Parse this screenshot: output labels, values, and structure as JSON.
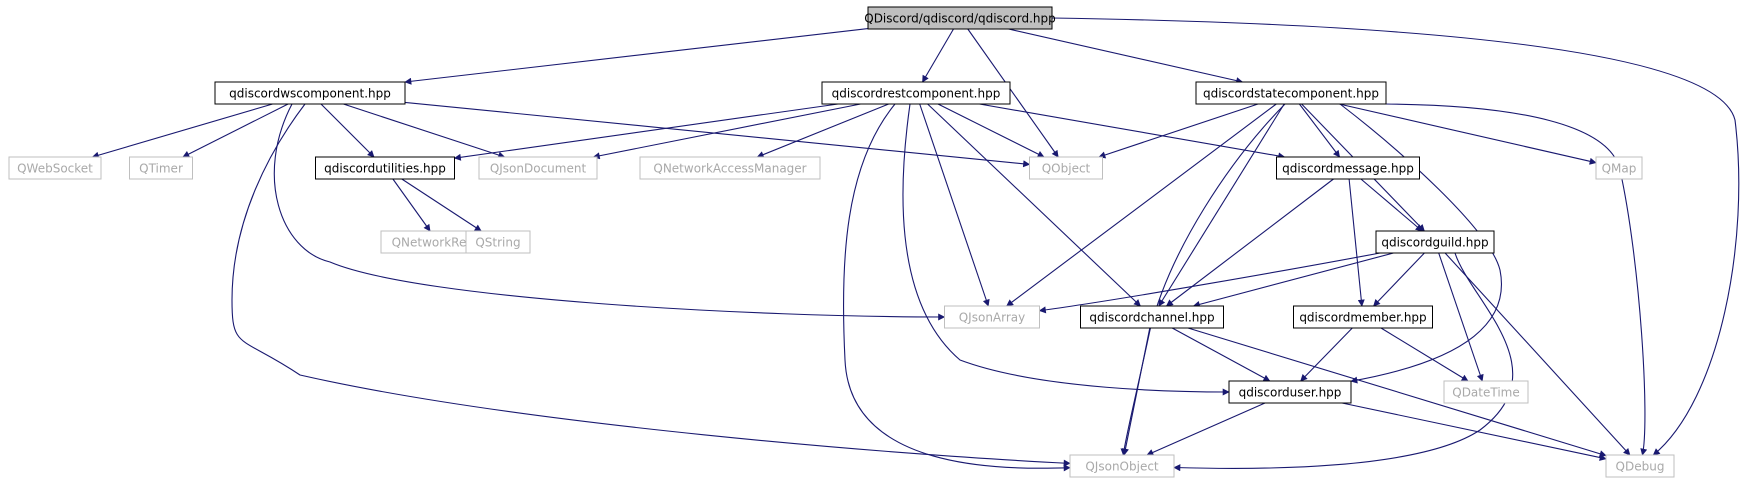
{
  "colors": {
    "edge": "#191970",
    "root_fill": "#bfbfbf",
    "header_border": "#000000",
    "external_border": "#bfbfbf",
    "external_text": "#a9a9a9",
    "text": "#000000"
  },
  "nodes": {
    "qdiscord": {
      "label": "QDiscord/qdiscord/qdiscord.hpp",
      "kind": "root"
    },
    "ws": {
      "label": "qdiscordwscomponent.hpp",
      "kind": "header"
    },
    "rest": {
      "label": "qdiscordrestcomponent.hpp",
      "kind": "header"
    },
    "state": {
      "label": "qdiscordstatecomponent.hpp",
      "kind": "header"
    },
    "utilities": {
      "label": "qdiscordutilities.hpp",
      "kind": "header"
    },
    "message": {
      "label": "qdiscordmessage.hpp",
      "kind": "header"
    },
    "guild": {
      "label": "qdiscordguild.hpp",
      "kind": "header"
    },
    "channel": {
      "label": "qdiscordchannel.hpp",
      "kind": "header"
    },
    "member": {
      "label": "qdiscordmember.hpp",
      "kind": "header"
    },
    "user": {
      "label": "qdiscorduser.hpp",
      "kind": "header"
    },
    "qwebsocket": {
      "label": "QWebSocket",
      "kind": "external"
    },
    "qtimer": {
      "label": "QTimer",
      "kind": "external"
    },
    "qjsondocument": {
      "label": "QJsonDocument",
      "kind": "external"
    },
    "qnam": {
      "label": "QNetworkAccessManager",
      "kind": "external"
    },
    "qobject": {
      "label": "QObject",
      "kind": "external"
    },
    "qmap": {
      "label": "QMap",
      "kind": "external"
    },
    "qnetworkreply": {
      "label": "QNetworkReply",
      "kind": "external"
    },
    "qstring": {
      "label": "QString",
      "kind": "external"
    },
    "qjsonarray": {
      "label": "QJsonArray",
      "kind": "external"
    },
    "qdatetime": {
      "label": "QDateTime",
      "kind": "external"
    },
    "qjsonobject": {
      "label": "QJsonObject",
      "kind": "external"
    },
    "qdebug": {
      "label": "QDebug",
      "kind": "external"
    }
  },
  "edges": [
    [
      "qdiscord",
      "ws"
    ],
    [
      "qdiscord",
      "rest"
    ],
    [
      "qdiscord",
      "state"
    ],
    [
      "qdiscord",
      "qobject"
    ],
    [
      "qdiscord",
      "qdebug"
    ],
    [
      "ws",
      "qwebsocket"
    ],
    [
      "ws",
      "qtimer"
    ],
    [
      "ws",
      "utilities"
    ],
    [
      "ws",
      "qjsondocument"
    ],
    [
      "ws",
      "qobject"
    ],
    [
      "ws",
      "qjsonarray"
    ],
    [
      "ws",
      "qjsonobject"
    ],
    [
      "utilities",
      "qnetworkreply"
    ],
    [
      "utilities",
      "qstring"
    ],
    [
      "rest",
      "utilities"
    ],
    [
      "rest",
      "qjsondocument"
    ],
    [
      "rest",
      "qnam"
    ],
    [
      "rest",
      "qobject"
    ],
    [
      "rest",
      "qjsonarray"
    ],
    [
      "rest",
      "qjsonobject"
    ],
    [
      "rest",
      "message"
    ],
    [
      "rest",
      "channel"
    ],
    [
      "rest",
      "user"
    ],
    [
      "state",
      "qobject"
    ],
    [
      "state",
      "message"
    ],
    [
      "state",
      "qmap"
    ],
    [
      "state",
      "qdebug"
    ],
    [
      "state",
      "qjsonarray"
    ],
    [
      "state",
      "qjsonobject"
    ],
    [
      "state",
      "channel"
    ],
    [
      "state",
      "guild"
    ],
    [
      "state",
      "user"
    ],
    [
      "message",
      "guild"
    ],
    [
      "message",
      "channel"
    ],
    [
      "message",
      "member"
    ],
    [
      "guild",
      "qjsonarray"
    ],
    [
      "guild",
      "channel"
    ],
    [
      "guild",
      "member"
    ],
    [
      "guild",
      "qdatetime"
    ],
    [
      "guild",
      "qjsonobject"
    ],
    [
      "guild",
      "qdebug"
    ],
    [
      "channel",
      "user"
    ],
    [
      "channel",
      "qjsonobject"
    ],
    [
      "channel",
      "qdebug"
    ],
    [
      "member",
      "user"
    ],
    [
      "member",
      "qdatetime"
    ],
    [
      "user",
      "qjsonobject"
    ],
    [
      "user",
      "qdebug"
    ]
  ]
}
